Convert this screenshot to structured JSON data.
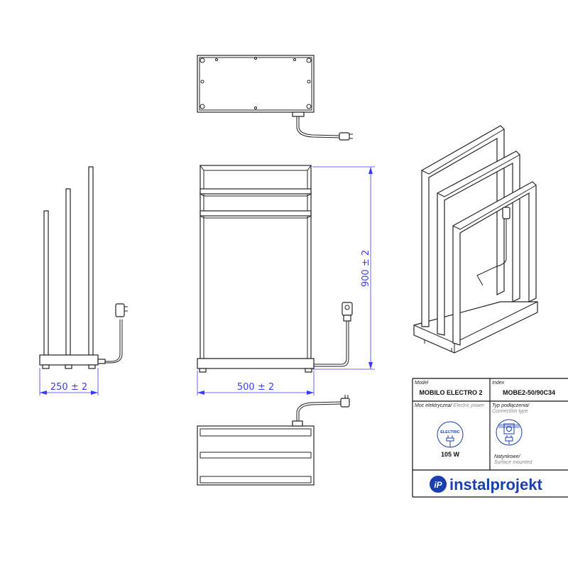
{
  "drawing": {
    "dimensions": {
      "height": "900  ± 2",
      "width_front": "500  ± 2",
      "depth_side": "250  ± 2"
    }
  },
  "title_block": {
    "model_label": "Model",
    "model_value": "MOBILO ELECTRO 2",
    "index_label": "Index",
    "index_value": "MOBE2-50/90C34",
    "power_label_pl": "Moc elektryczna/",
    "power_label_en": "Electric power",
    "power_icon_text": "ELECTRIC",
    "power_value": "105 W",
    "connection_label_pl": "Typ podłączenia/",
    "connection_label_en": "Connection type",
    "connection_value_pl": "Natynkowe/",
    "connection_value_en": "Surface mounted",
    "brand": "instalprojekt",
    "brand_color": "#1a3fb0"
  }
}
